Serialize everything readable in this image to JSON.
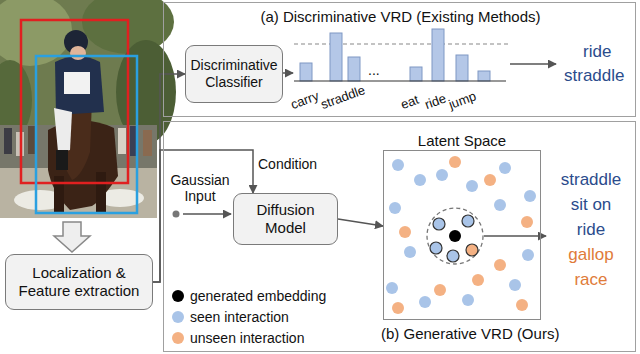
{
  "diagram": {
    "nodes": [
      {
        "text": [
          "(a) Discriminative VRD (Existing Methods)"
        ]
      },
      {
        "text": [
          "Discriminative Classifier"
        ],
        "in": 0
      },
      {
        "text": [
          "(b) Generative VRD (Ours)"
        ]
      },
      {
        "text": [
          "Diffusion Model"
        ],
        "in": 2
      },
      {
        "text": [
          "Latent Space"
        ],
        "in": 2
      },
      {
        "text": [
          "Localization & Feature extraction"
        ]
      }
    ],
    "edges": [
      {
        "from": 5,
        "to": 1,
        "arrow": "to"
      },
      {
        "from": 5,
        "to": 3,
        "arrow": "to",
        "label": "Condition"
      },
      {
        "from": 3,
        "to": 4,
        "arrow": "to"
      }
    ],
    "labels": [
      "carry",
      "straddle",
      "...",
      "eat",
      "ride",
      "jump",
      "ride",
      "straddle",
      "Gaussian Input",
      "straddle",
      "sit on",
      "ride",
      "gallop",
      "race"
    ],
    "legend": [
      {
        "text": "generated embedding",
        "color": "#000000"
      },
      {
        "text": "seen interaction",
        "color": "#a9c4e8"
      },
      {
        "text": "unseen interaction",
        "color": "#f4b183"
      }
    ]
  }
}
